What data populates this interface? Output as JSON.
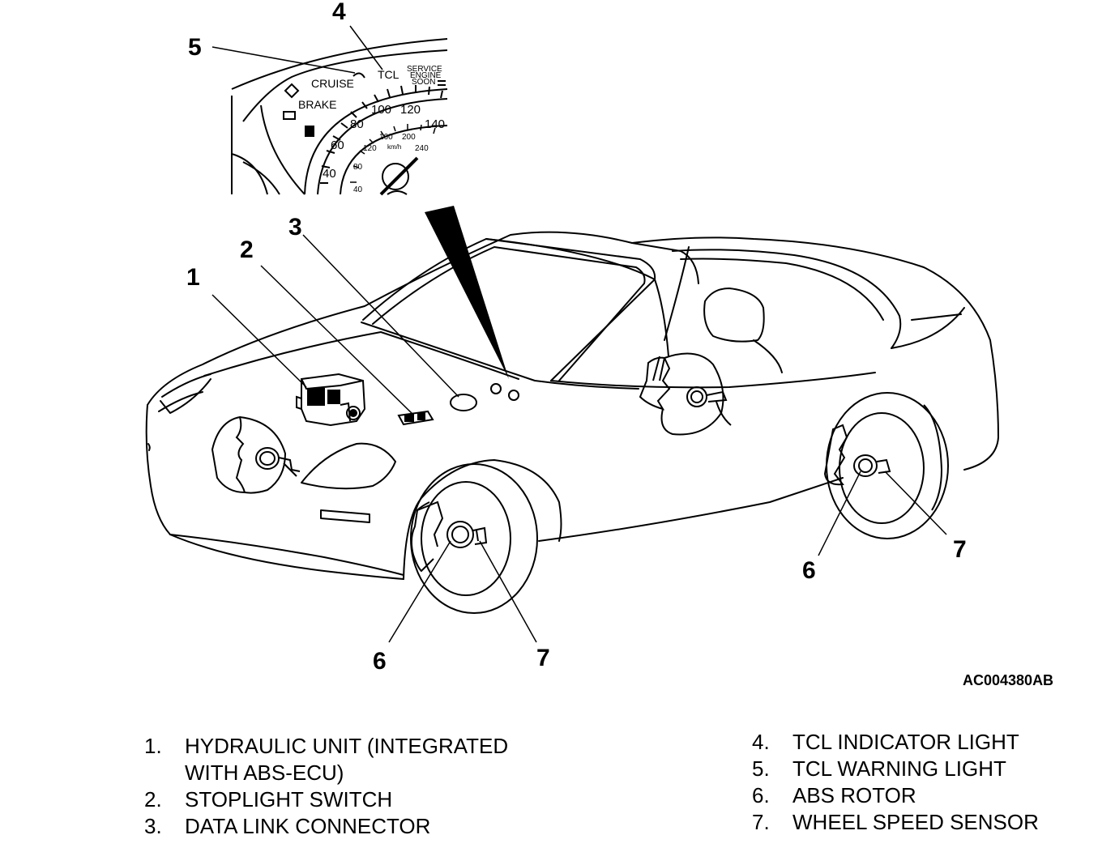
{
  "figure_code": "AC004380AB",
  "callouts": {
    "c1": "1",
    "c2": "2",
    "c3": "3",
    "c4": "4",
    "c5": "5",
    "c6a": "6",
    "c6b": "6",
    "c7a": "7",
    "c7b": "7"
  },
  "cluster": {
    "cruise": "CRUISE",
    "brake": "BRAKE",
    "tcl": "TCL",
    "service_engine_soon": [
      "SERVICE",
      "ENGINE",
      "SOON"
    ],
    "speedo_outer": [
      "40",
      "60",
      "80",
      "100",
      "120",
      "140"
    ],
    "speedo_inner": [
      "40",
      "80",
      "120",
      "160",
      "200",
      "240"
    ],
    "unit": "km/h"
  },
  "legend_left": [
    {
      "num": "1.",
      "lines": [
        "HYDRAULIC UNIT (INTEGRATED",
        "WITH ABS-ECU)"
      ]
    },
    {
      "num": "2.",
      "lines": [
        "STOPLIGHT SWITCH"
      ]
    },
    {
      "num": "3.",
      "lines": [
        "DATA LINK CONNECTOR"
      ]
    }
  ],
  "legend_right": [
    {
      "num": "4.",
      "lines": [
        "TCL INDICATOR LIGHT"
      ]
    },
    {
      "num": "5.",
      "lines": [
        "TCL WARNING LIGHT"
      ]
    },
    {
      "num": "6.",
      "lines": [
        "ABS ROTOR"
      ]
    },
    {
      "num": "7.",
      "lines": [
        "WHEEL SPEED SENSOR"
      ]
    }
  ]
}
